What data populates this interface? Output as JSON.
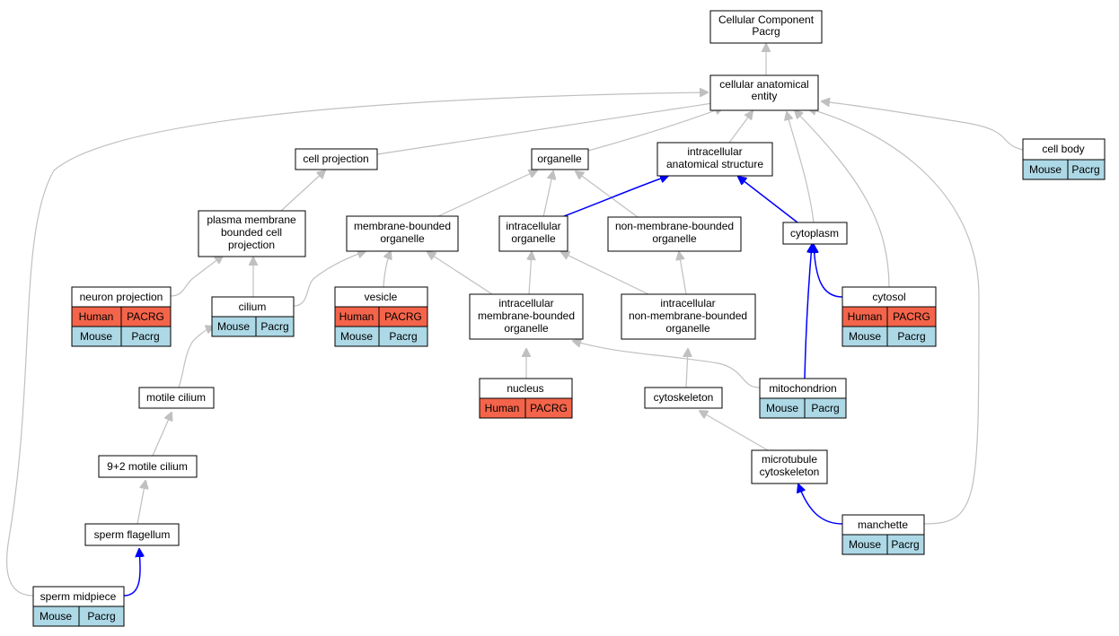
{
  "graph": {
    "root": {
      "line1": "Cellular Component",
      "line2": "Pacrg"
    },
    "nodes": {
      "cellular_anatomical_entity": [
        "cellular anatomical",
        "entity"
      ],
      "cell_body": [
        "cell body"
      ],
      "cell_projection": [
        "cell projection"
      ],
      "organelle": [
        "organelle"
      ],
      "intracellular_anatomical_structure": [
        "intracellular",
        "anatomical structure"
      ],
      "plasma_membrane_bounded_cell_projection": [
        "plasma membrane",
        "bounded cell",
        "projection"
      ],
      "membrane_bounded_organelle": [
        "membrane-bounded",
        "organelle"
      ],
      "intracellular_organelle": [
        "intracellular",
        "organelle"
      ],
      "non_membrane_bounded_organelle": [
        "non-membrane-bounded",
        "organelle"
      ],
      "cytoplasm": [
        "cytoplasm"
      ],
      "neuron_projection": [
        "neuron projection"
      ],
      "cilium": [
        "cilium"
      ],
      "vesicle": [
        "vesicle"
      ],
      "intracellular_membrane_bounded_organelle": [
        "intracellular",
        "membrane-bounded",
        "organelle"
      ],
      "intracellular_non_membrane_bounded_organelle": [
        "intracellular",
        "non-membrane-bounded",
        "organelle"
      ],
      "cytosol": [
        "cytosol"
      ],
      "motile_cilium": [
        "motile cilium"
      ],
      "nucleus": [
        "nucleus"
      ],
      "cytoskeleton": [
        "cytoskeleton"
      ],
      "mitochondrion": [
        "mitochondrion"
      ],
      "nine_two_motile_cilium": [
        "9+2 motile cilium"
      ],
      "microtubule_cytoskeleton": [
        "microtubule",
        "cytoskeleton"
      ],
      "sperm_flagellum": [
        "sperm flagellum"
      ],
      "manchette": [
        "manchette"
      ],
      "sperm_midpiece": [
        "sperm midpiece"
      ]
    },
    "annotations": {
      "human": {
        "species": "Human",
        "gene": "PACRG",
        "color": "#f4644a"
      },
      "mouse": {
        "species": "Mouse",
        "gene": "Pacrg",
        "color": "#add8e6"
      }
    },
    "edge_colors": {
      "is_a": "#c0c0c0",
      "part_of": "#0000ff"
    }
  }
}
